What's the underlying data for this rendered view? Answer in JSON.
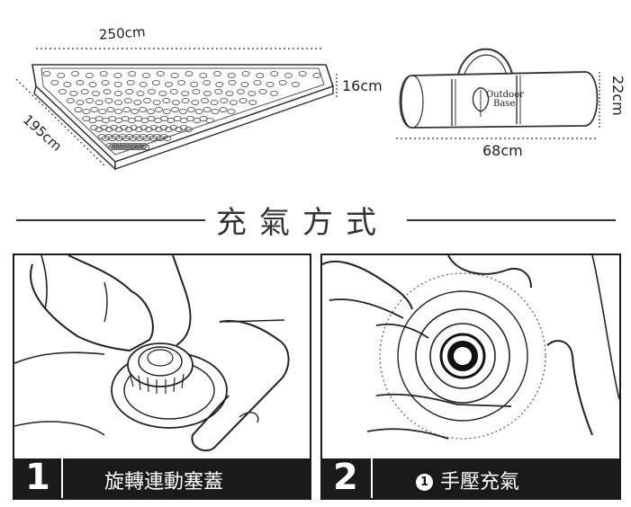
{
  "dimensions": {
    "mattress_length": "250cm",
    "mattress_width": "195cm",
    "mattress_thickness": "16cm",
    "bag_length": "68cm",
    "bag_height": "22cm"
  },
  "brand": {
    "line1": "Outdoor",
    "line2": "Base"
  },
  "section_title": "充氣方式",
  "steps": [
    {
      "number": "1",
      "caption": "旋轉連動塞蓋"
    },
    {
      "number": "2",
      "bullet": "1",
      "caption": "手壓充氣"
    }
  ]
}
